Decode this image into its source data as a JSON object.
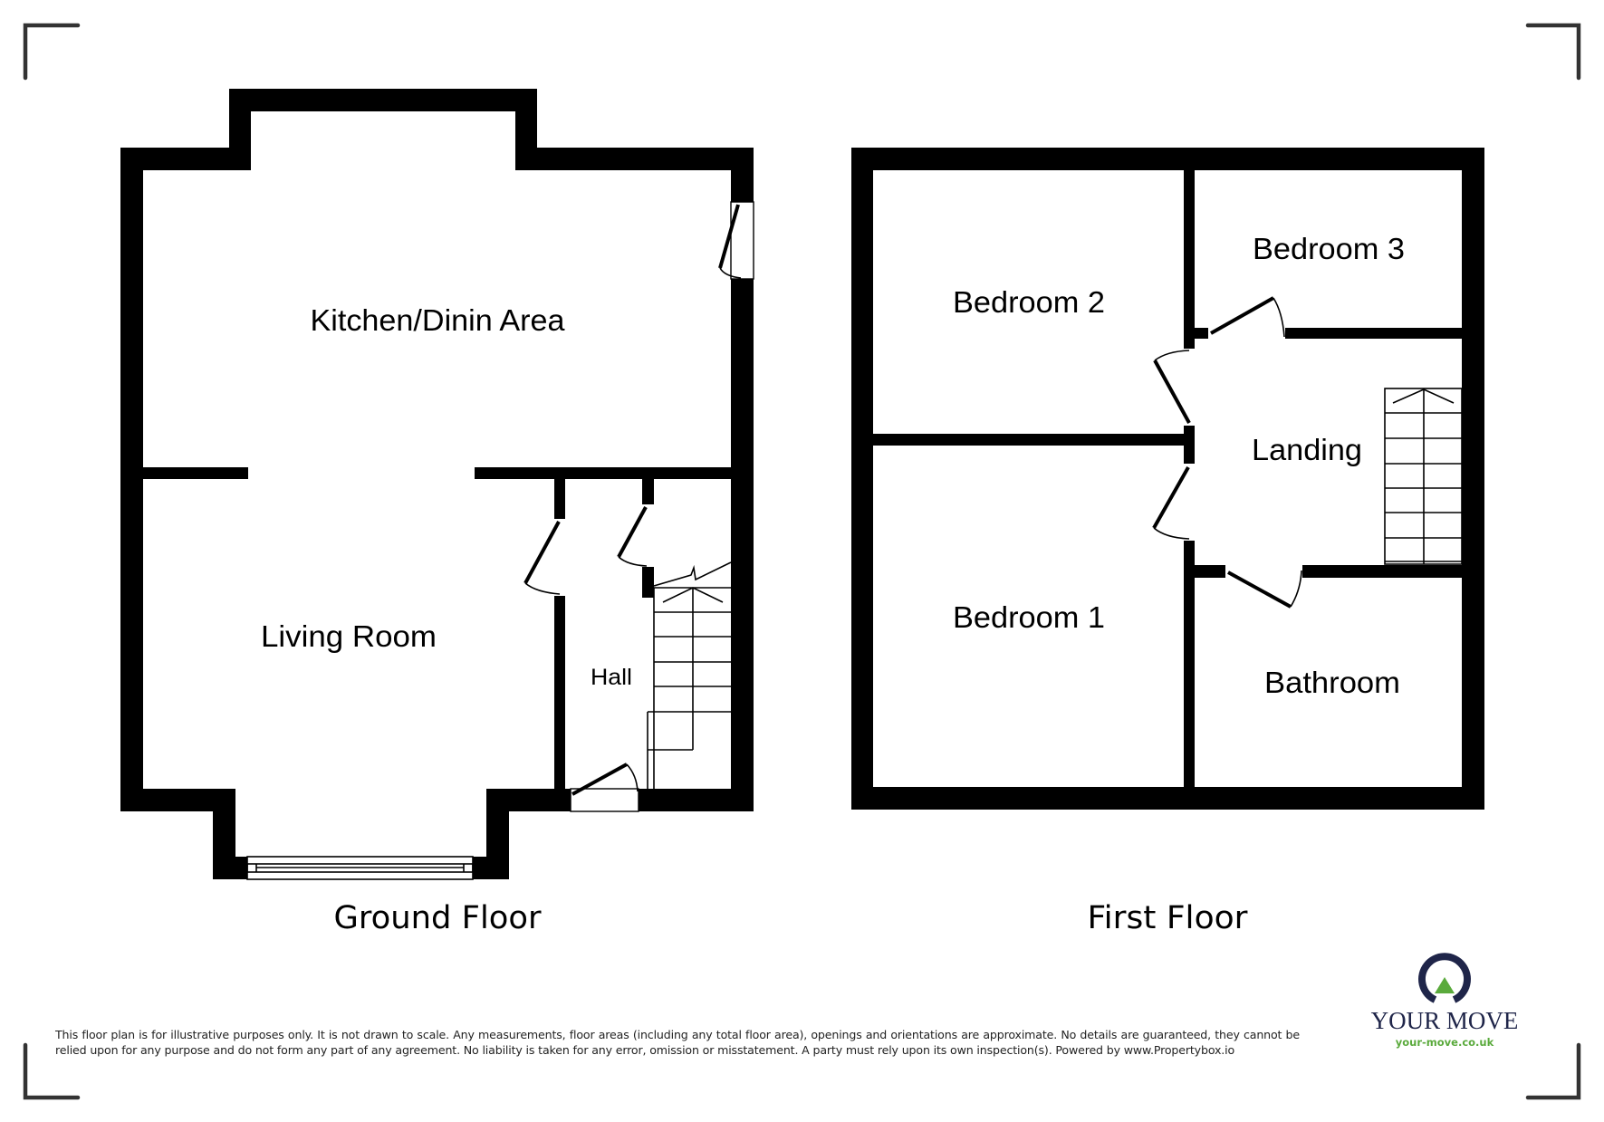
{
  "ground_floor": {
    "label": "Ground Floor",
    "rooms": [
      {
        "name": "Kitchen/Dinin Area"
      },
      {
        "name": "Living Room"
      },
      {
        "name": "Hall"
      }
    ]
  },
  "first_floor": {
    "label": "First Floor",
    "rooms": [
      {
        "name": "Bedroom 2"
      },
      {
        "name": "Bedroom 3"
      },
      {
        "name": "Landing"
      },
      {
        "name": "Bedroom 1"
      },
      {
        "name": "Bathroom"
      }
    ]
  },
  "disclaimer": "This floor plan is for illustrative purposes only. It is not drawn to scale. Any measurements, floor areas (including any total floor area), openings and orientations are approximate. No details are guaranteed, they cannot be relied upon for any purpose and do not form any part of any agreement. No liability is taken for any error, omission or misstatement. A party must rely upon its own inspection(s). Powered by www.Propertybox.io",
  "logo": {
    "title": "YOUR MOVE",
    "url": "your-move.co.uk",
    "colors": {
      "navy": "#1f2549",
      "green": "#5aaa3c"
    }
  },
  "colors": {
    "wall": "#000000",
    "bracket": "#333333",
    "background": "#ffffff"
  }
}
